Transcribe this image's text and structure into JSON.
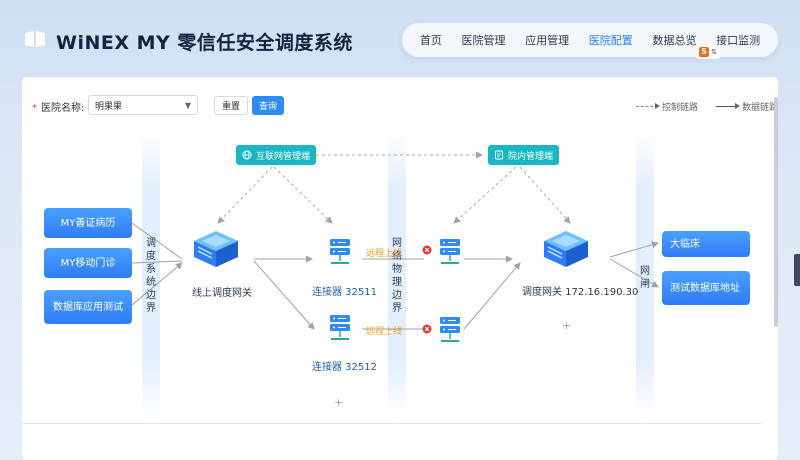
{
  "header": {
    "title": "WiNEX MY 零信任安全调度系统",
    "nav": [
      "首页",
      "医院管理",
      "应用管理",
      "医院配置",
      "数据总览",
      "接口监测"
    ],
    "active_nav": "医院配置",
    "lang_badge": "S"
  },
  "filter": {
    "hospital_label": "医院名称:",
    "hospital_value": "明果果",
    "reset_label": "重置",
    "search_label": "查询"
  },
  "legend": {
    "control_link": "控制链路",
    "data_link": "数据链路"
  },
  "diagram": {
    "left_apps": [
      "MY善证病历",
      "MY移动门诊",
      "数据库应用测试"
    ],
    "boundary_scheduling": "调度系统边界",
    "boundary_network": "网络物理边界",
    "boundary_gate": "网闸",
    "internet_manager": "互联网管理端",
    "intranet_manager": "院内管理端",
    "online_gateway": "线上调度网关",
    "connector_1": "连接器 32511",
    "connector_2": "连接器 32512",
    "remote_online_1": "远程上线",
    "remote_online_2": "远程上线",
    "dispatch_gateway": "调度网关 172.16.190.30",
    "right_targets": [
      "大临床",
      "测试数据库地址"
    ]
  },
  "colors": {
    "accent": "#2f7cf6",
    "teal": "#19b6c4",
    "warning": "#f59a1b",
    "error": "#e53935"
  }
}
